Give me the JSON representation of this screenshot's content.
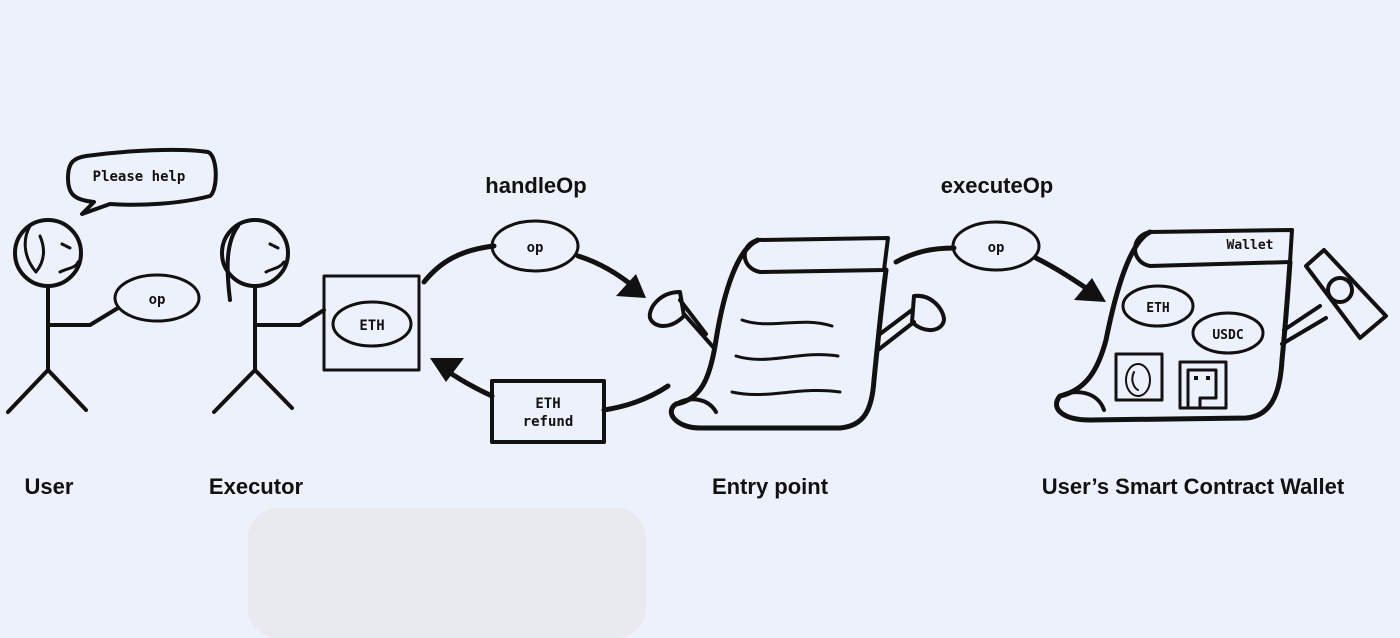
{
  "actors": {
    "user": "User",
    "executor": "Executor",
    "entry_point": "Entry point",
    "wallet": "User’s Smart Contract Wallet"
  },
  "speech": "Please help",
  "calls": {
    "handle": "handleOp",
    "execute": "executeOp"
  },
  "tokens": {
    "op": "op",
    "eth": "ETH",
    "refund_line1": "ETH",
    "refund_line2": "refund",
    "usdc": "USDC"
  },
  "wallet_title": "Wallet",
  "colors": {
    "background": "#edf1fb",
    "ink": "#111111",
    "card": "#e8eaf0"
  }
}
